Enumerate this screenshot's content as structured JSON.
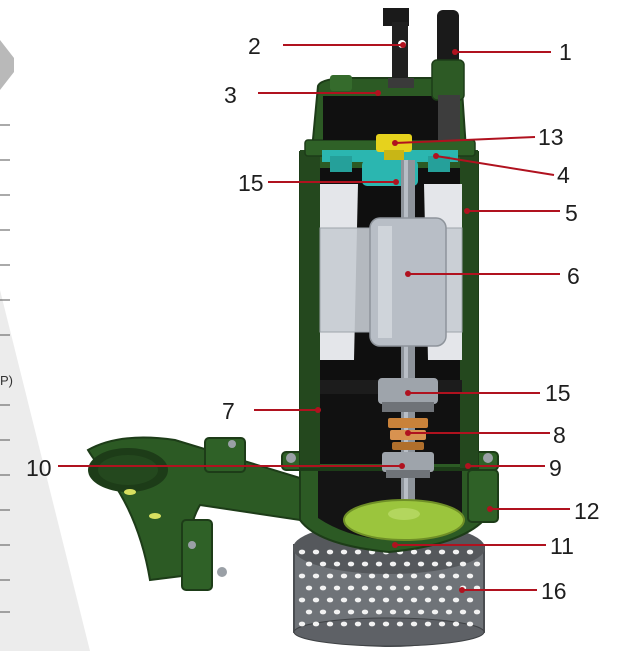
{
  "diagram": {
    "subject": "submersible-pump-cutaway",
    "callouts": [
      "1",
      "2",
      "3",
      "4",
      "5",
      "6",
      "7",
      "8",
      "9",
      "10",
      "11",
      "12",
      "13",
      "15",
      "15",
      "16"
    ],
    "left_margin_partial_text": "P)",
    "colors": {
      "housing_green": "#2c5a24",
      "housing_green_light": "#3f7a33",
      "leader_red": "#b0121f",
      "stator_grey": "#c7ccd3",
      "rotor_grey": "#b8bec6",
      "shaft_grey": "#8e949b",
      "bearing_teal": "#2bb6b0",
      "coupling_yellow": "#e6d21d",
      "impeller_green": "#9bc53d",
      "seal_orange": "#c9823a",
      "strainer_grey": "#6f7378",
      "background_triangle": "#ececec"
    }
  }
}
